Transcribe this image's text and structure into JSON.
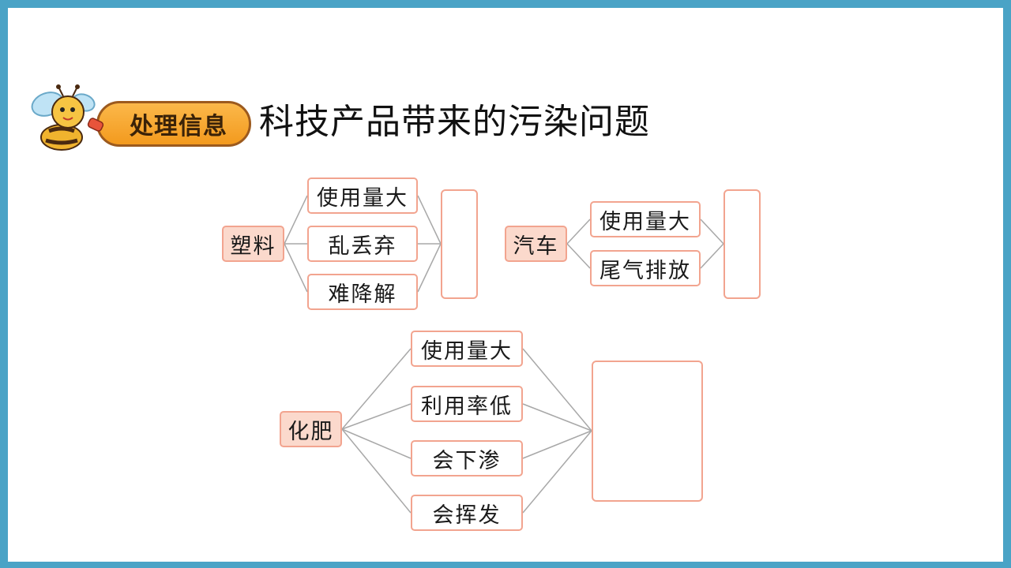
{
  "header": {
    "badge_label": "处理信息",
    "title": "科技产品带来的污染问题"
  },
  "diagram": {
    "plastic": {
      "label": "塑料",
      "causes": [
        "使用量大",
        "乱丢弃",
        "难降解"
      ],
      "answer": ""
    },
    "car": {
      "label": "汽车",
      "causes": [
        "使用量大",
        "尾气排放"
      ],
      "answer": ""
    },
    "fertilizer": {
      "label": "化肥",
      "causes": [
        "使用量大",
        "利用率低",
        "会下渗",
        "会挥发"
      ],
      "answer": ""
    }
  },
  "colors": {
    "frame": "#4aa3c6",
    "box_border": "#f2a48f",
    "category_fill": "#fbd9cc",
    "badge_fill": "#f5a12a",
    "connector": "#a8a8a8"
  },
  "icons": [
    "bee-mascot-icon"
  ]
}
